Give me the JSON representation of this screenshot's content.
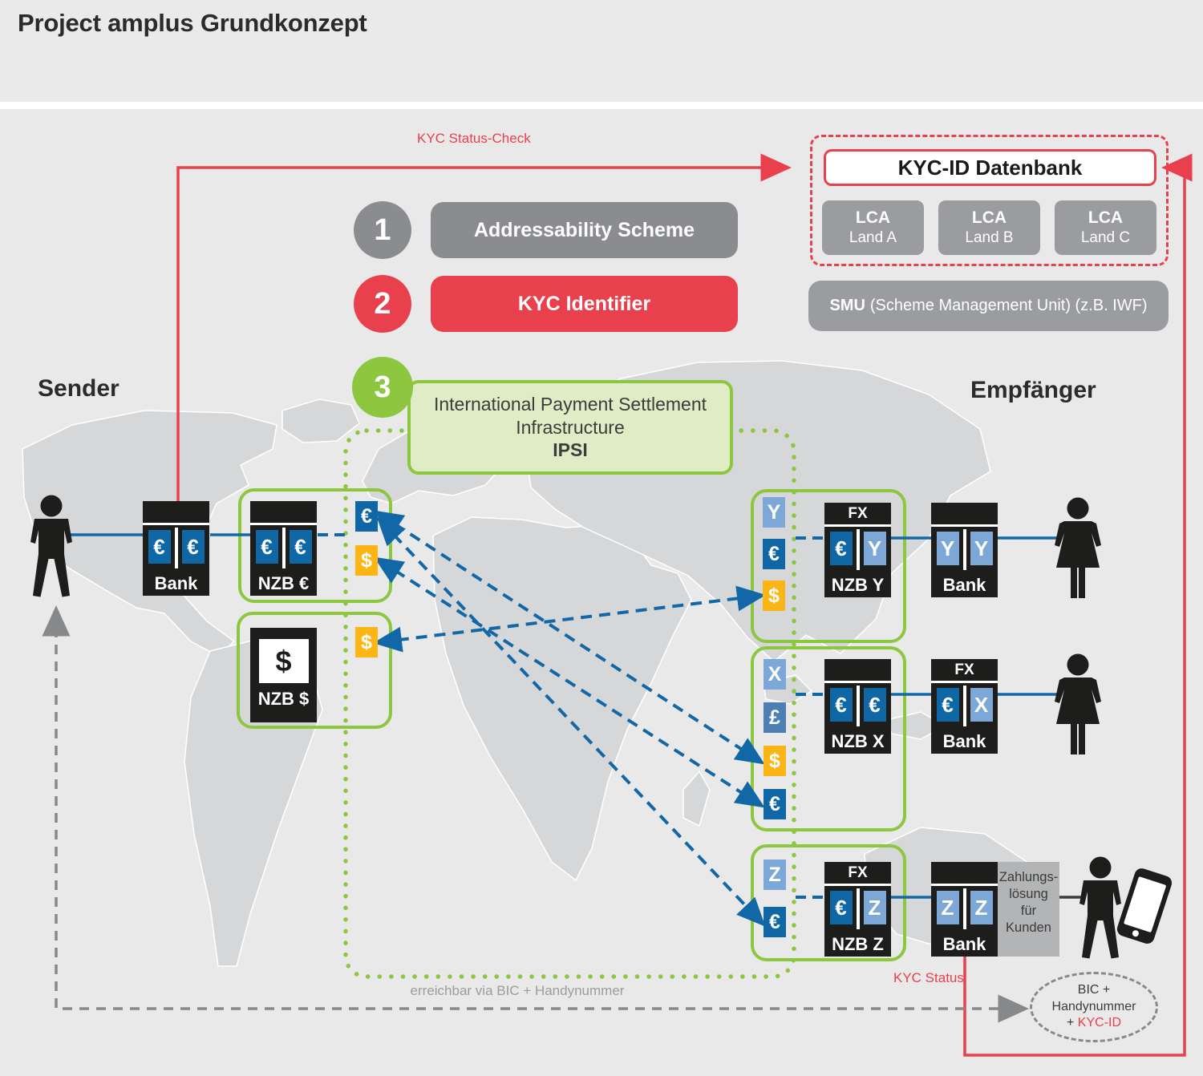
{
  "title": "Project amplus Grundkonzept",
  "labels": {
    "sender": "Sender",
    "empfaenger": "Empfänger",
    "kyc_status_check": "KYC Status-Check",
    "kyc_status": "KYC Status",
    "reachable": "erreichbar via BIC + Handynummer"
  },
  "steps": {
    "one": {
      "num": "1",
      "label": "Addressability Scheme"
    },
    "two": {
      "num": "2",
      "label": "KYC Identifier"
    },
    "three": {
      "num": "3",
      "line1": "International Payment Settlement",
      "line2": "Infrastructure",
      "line3": "IPSI"
    }
  },
  "kyc_db": {
    "title": "KYC-ID Datenbank",
    "lca": [
      {
        "line1": "LCA",
        "line2": "Land A"
      },
      {
        "line1": "LCA",
        "line2": "Land B"
      },
      {
        "line1": "LCA",
        "line2": "Land C"
      }
    ],
    "smu_bold": "SMU",
    "smu_rest": "(Scheme Management Unit) (z.B. IWF)"
  },
  "banks": {
    "sender_bank": {
      "header": "",
      "cur1": "€",
      "cur2": "€",
      "label": "Bank"
    },
    "nzb_eur": {
      "header": "",
      "cur1": "€",
      "cur2": "€",
      "label": "NZB €"
    },
    "nzb_usd": {
      "symbol": "$",
      "label": "NZB $"
    },
    "nzb_y": {
      "header": "FX",
      "cur1": "€",
      "cur2": "Y",
      "label": "NZB Y"
    },
    "bank_y": {
      "header": "",
      "cur1": "Y",
      "cur2": "Y",
      "label": "Bank"
    },
    "nzb_x": {
      "header": "",
      "cur1": "€",
      "cur2": "€",
      "label": "NZB X"
    },
    "bank_x": {
      "header": "FX",
      "cur1": "€",
      "cur2": "X",
      "label": "Bank"
    },
    "nzb_z": {
      "header": "FX",
      "cur1": "€",
      "cur2": "Z",
      "label": "NZB Z"
    },
    "bank_z": {
      "header": "",
      "cur1": "Z",
      "cur2": "Z",
      "label": "Bank"
    }
  },
  "chips": {
    "left": [
      "€",
      "$",
      "$"
    ],
    "y_col": [
      "Y",
      "€",
      "$"
    ],
    "x_col": [
      "X",
      "£",
      "$",
      "€"
    ],
    "z_col": [
      "Z",
      "€"
    ]
  },
  "payment_box": {
    "l1": "Zahlungs-",
    "l2": "lösung",
    "l3": "für",
    "l4": "Kunden"
  },
  "ellipse": {
    "l1": "BIC +",
    "l2": "Handynummer",
    "l3_prefix": "+ ",
    "l3_red": "KYC-ID"
  },
  "colors": {
    "accent_red": "#e8414d",
    "green": "#8dc63f",
    "green_fill": "#dfecc6",
    "dark_blue": "#0f67a5",
    "light_blue": "#7da7d6",
    "mid_blue": "#4d7fb5",
    "yellow": "#fbb616",
    "gray_pill": "#9b9c9f",
    "black": "#1d1d1b"
  }
}
